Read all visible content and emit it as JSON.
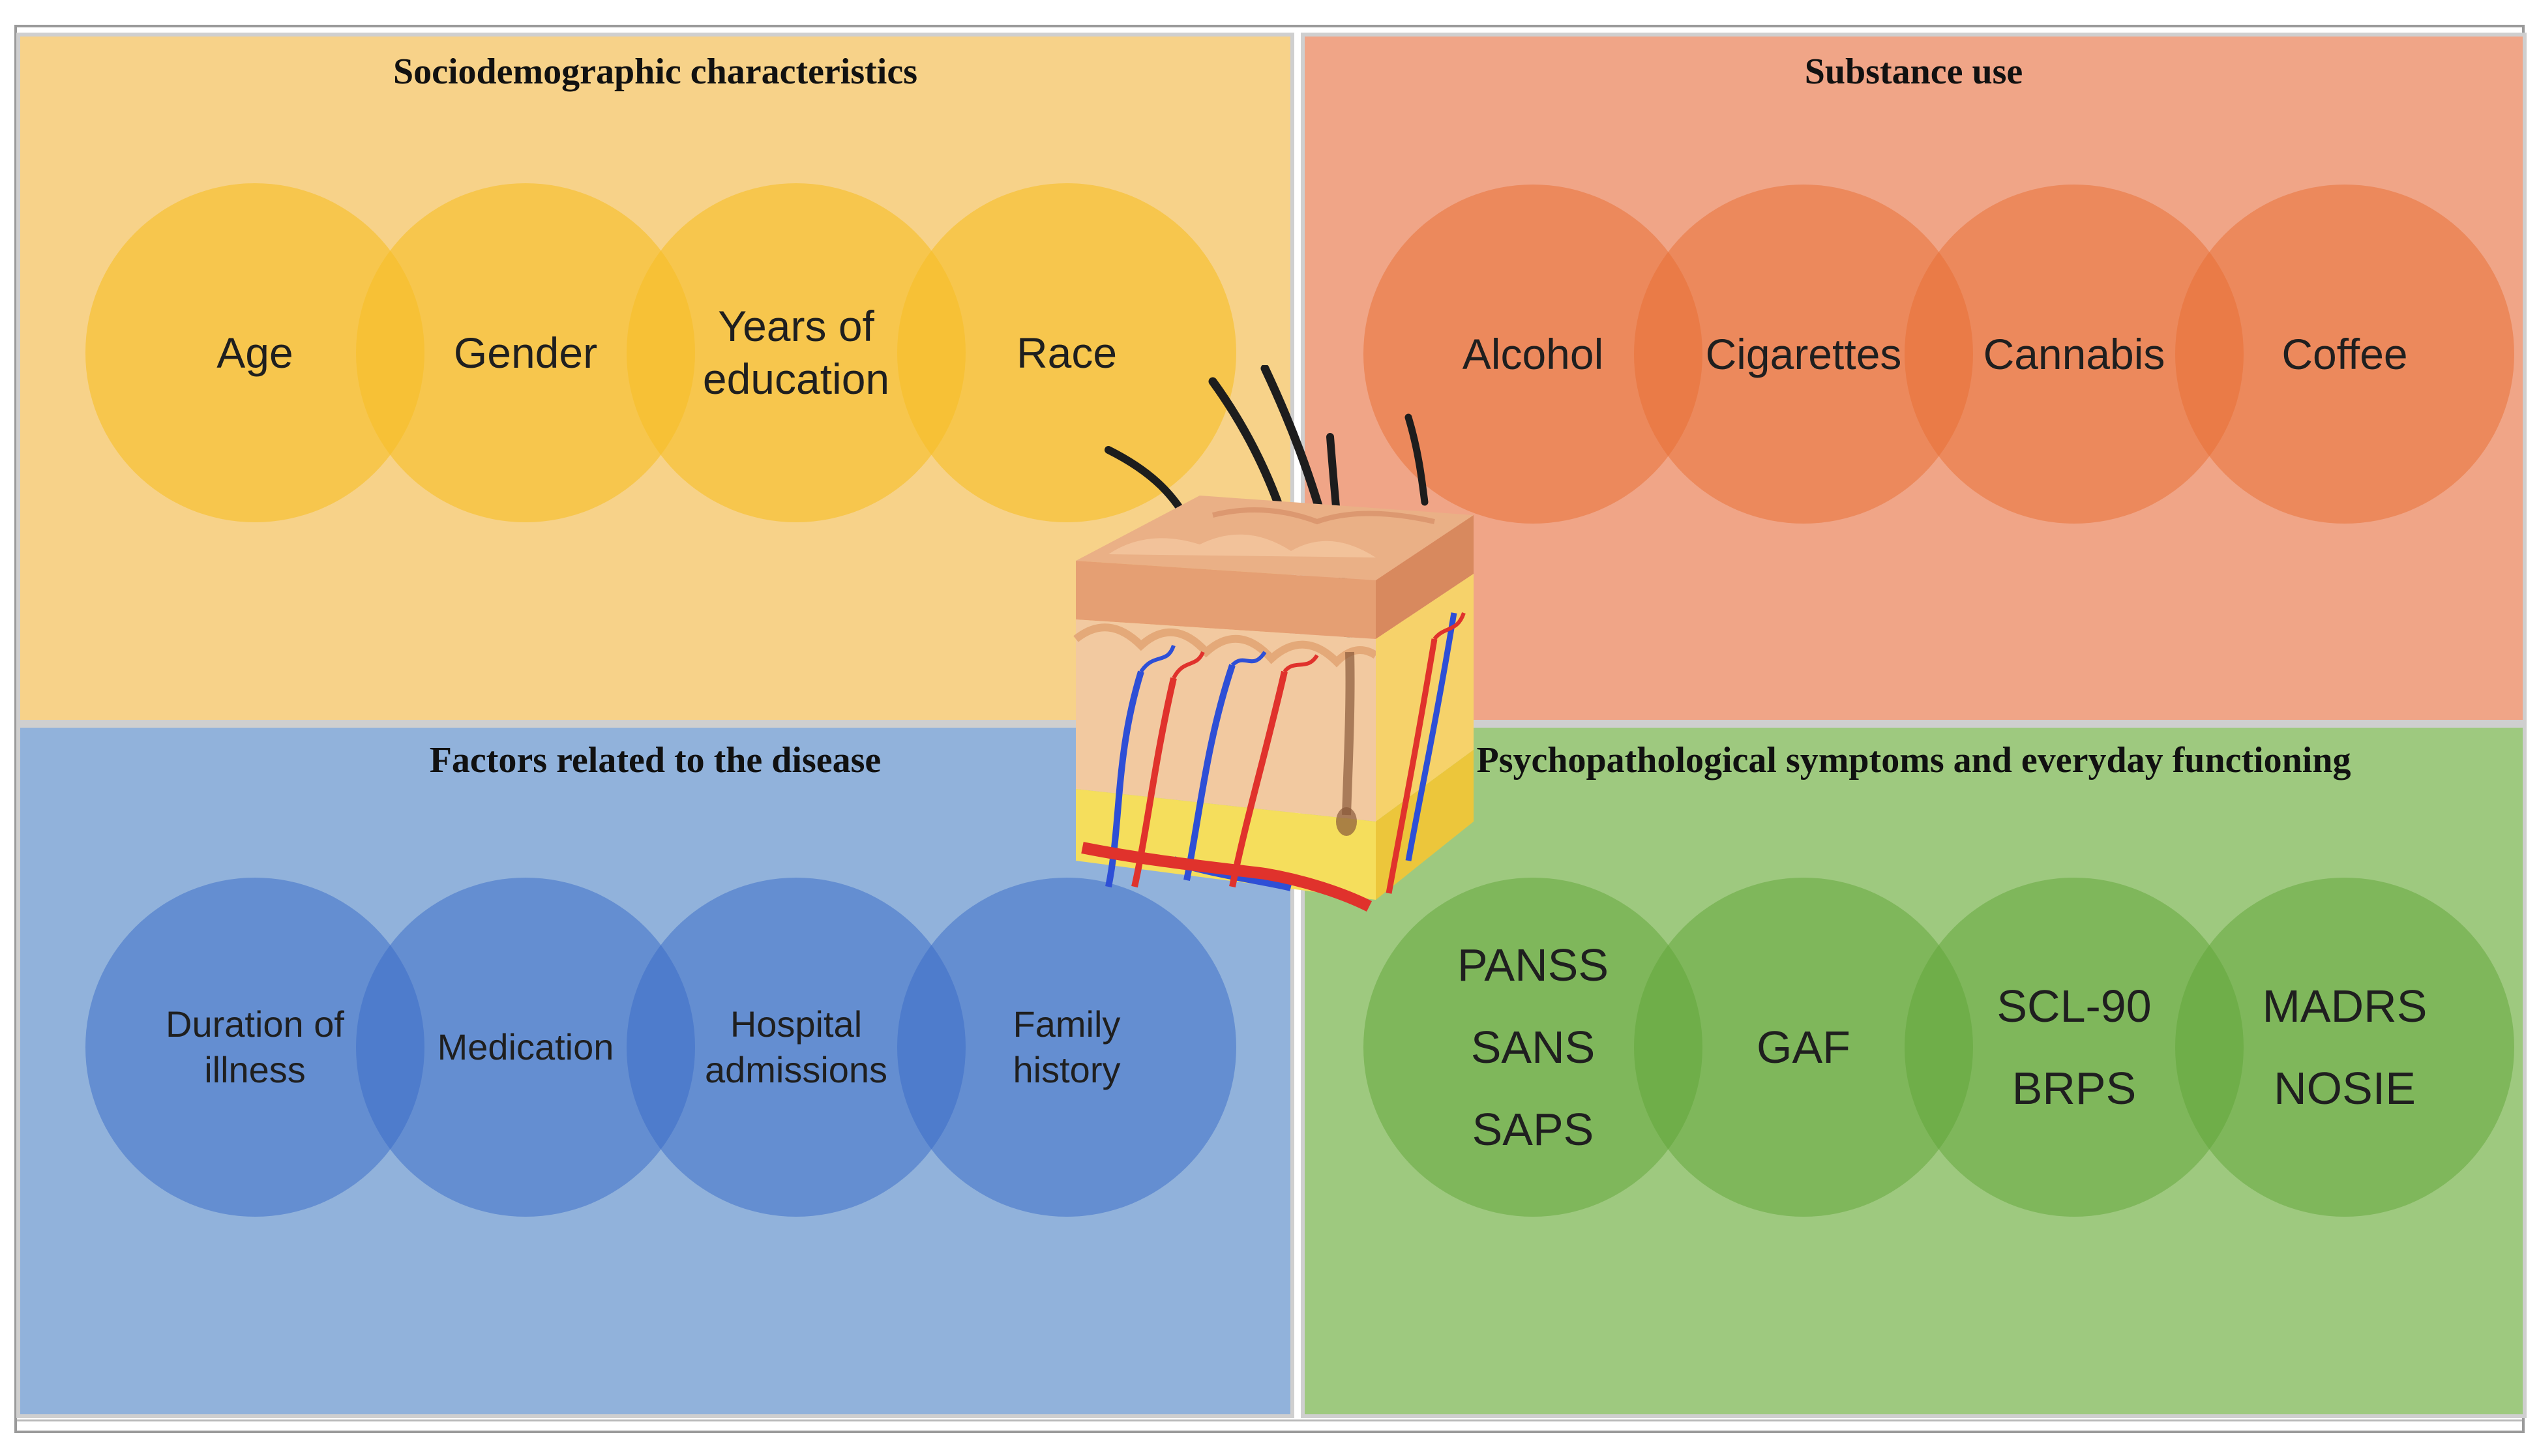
{
  "quadrants": {
    "sociodemographic": {
      "title": "Sociodemographic characteristics",
      "items": [
        "Age",
        "Gender",
        "Years of\neducation",
        "Race"
      ]
    },
    "substance": {
      "title": "Substance use",
      "items": [
        "Alcohol",
        "Cigarettes",
        "Cannabis",
        "Coffee"
      ]
    },
    "disease": {
      "title": "Factors related to the disease",
      "items": [
        "Duration of\nillness",
        "Medication",
        "Hospital\nadmissions",
        "Family\nhistory"
      ]
    },
    "psych": {
      "title": "Psychopathological symptoms and everyday functioning",
      "items": [
        "PANSS\nSANS\nSAPS",
        "GAF",
        "SCL-90\nBRPS",
        "MADRS\nNOSIE"
      ]
    }
  },
  "colors": {
    "sociodemographic_bg": "#f7d289",
    "substance_bg": "#f0a587",
    "disease_bg": "#91b2db",
    "psych_bg": "#9ec97f",
    "skin": "#e9a979",
    "fat": "#f5d64a",
    "artery": "#e0322c",
    "vein": "#2e4fd6"
  },
  "icons": {
    "center": "skin-cross-section-icon"
  }
}
